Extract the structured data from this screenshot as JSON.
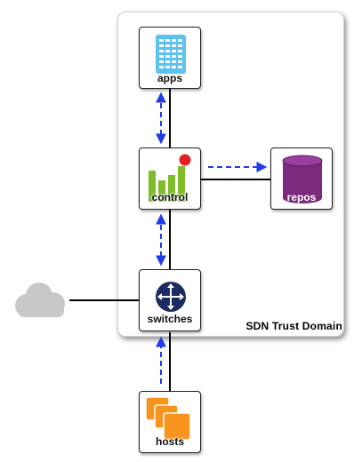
{
  "domain": {
    "label": "SDN Trust Domain"
  },
  "nodes": {
    "apps": {
      "label": "apps",
      "icon": "app-grid-icon",
      "color": "#5cc2f0"
    },
    "control": {
      "label": "control",
      "icon": "bar-chart-icon",
      "color": "#7fbb2a",
      "alert_color": "#e52025"
    },
    "repos": {
      "label": "repos",
      "icon": "database-cylinder-icon",
      "color": "#7b2a7e"
    },
    "switches": {
      "label": "switches",
      "icon": "router-icon",
      "color": "#1d2b63"
    },
    "hosts": {
      "label": "hosts",
      "icon": "stacked-servers-icon",
      "color": "#f7941d"
    }
  },
  "external": {
    "icon": "cloud-icon",
    "color": "#c8c8c8"
  },
  "edges": [
    {
      "from": "apps",
      "to": "control",
      "style": "blue-dashed-bidirectional"
    },
    {
      "from": "control",
      "to": "repos",
      "style": "blue-dashed-unidirectional"
    },
    {
      "from": "control",
      "to": "switches",
      "style": "blue-dashed-bidirectional"
    },
    {
      "from": "hosts",
      "to": "switches",
      "style": "blue-dashed-unidirectional"
    },
    {
      "from": "cloud",
      "to": "switches",
      "style": "solid-line"
    }
  ],
  "colors": {
    "arrow": "#1f3bea",
    "wire": "#000000"
  }
}
